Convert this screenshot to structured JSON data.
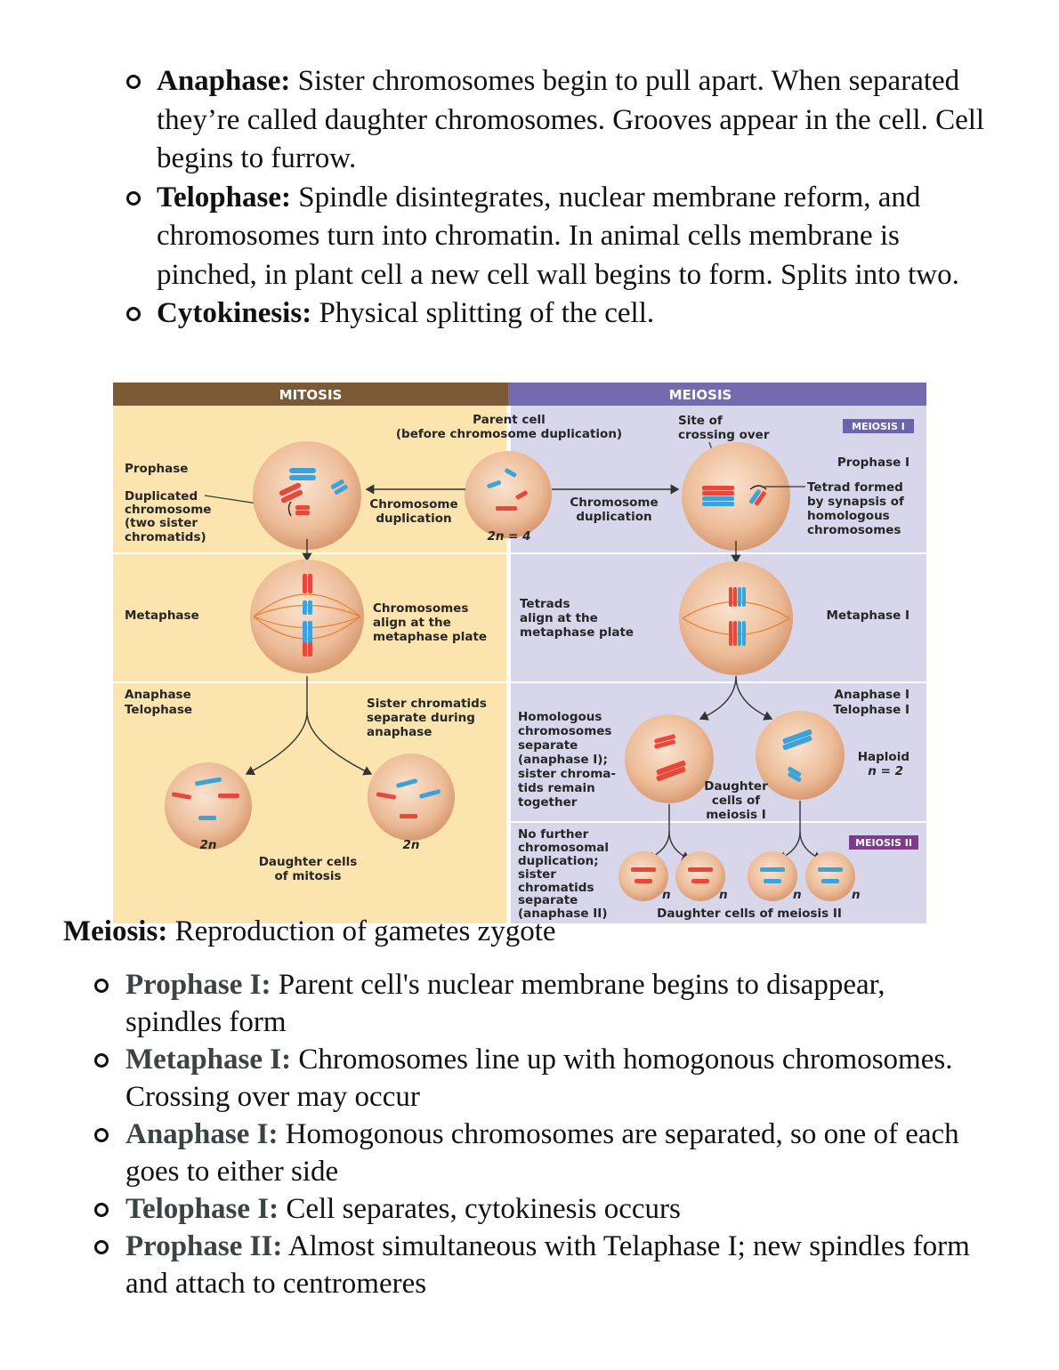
{
  "top_list": [
    {
      "term": "Anaphase:",
      "text": " Sister chromosomes begin to pull apart. When separated they’re called daughter chromosomes. Grooves appear in the cell. Cell begins to furrow."
    },
    {
      "term": "Telophase:",
      "text": " Spindle disintegrates, nuclear membrane reform, and chromosomes turn into chromatin. In animal cells membrane is pinched, in plant cell a new cell wall begins to form. Splits into two."
    },
    {
      "term": "Cytokinesis:",
      "text": " Physical splitting of the cell."
    }
  ],
  "figure": {
    "mitosis_header": "MITOSIS",
    "meiosis_header": "MEIOSIS",
    "parent_cell": [
      "Parent cell",
      "(before chromosome duplication)"
    ],
    "site_crossing": [
      "Site of",
      "crossing over"
    ],
    "meiosis_i_tag": "MEIOSIS I",
    "meiosis_ii_tag": "MEIOSIS II",
    "prophase": "Prophase",
    "duplicated": [
      "Duplicated",
      "chromosome",
      "(two sister",
      "chromatids)"
    ],
    "chrom_dup_left": [
      "Chromosome",
      "duplication"
    ],
    "chrom_dup_right": [
      "Chromosome",
      "duplication"
    ],
    "two_n_4": "2n = 4",
    "prophase_i": "Prophase I",
    "tetrad_formed": [
      "Tetrad formed",
      "by synapsis of",
      "homologous",
      "chromosomes"
    ],
    "metaphase": "Metaphase",
    "chrom_align": [
      "Chromosomes",
      "align at the",
      "metaphase plate"
    ],
    "tetrads_align": [
      "Tetrads",
      "align at the",
      "metaphase plate"
    ],
    "metaphase_i": "Metaphase I",
    "anaphase_telophase": [
      "Anaphase",
      "Telophase"
    ],
    "sister_sep": [
      "Sister chromatids",
      "separate during",
      "anaphase"
    ],
    "homologous_sep": [
      "Homologous",
      "chromosomes",
      "separate",
      "(anaphase I);",
      "sister chroma-",
      "tids remain",
      "together"
    ],
    "anaphase_i_telophase_i": [
      "Anaphase I",
      "Telophase I"
    ],
    "haploid": [
      "Haploid",
      "n = 2"
    ],
    "daughter_meiosis_i": [
      "Daughter",
      "cells of",
      "meiosis I"
    ],
    "two_n": "2n",
    "daughter_mitosis": [
      "Daughter cells",
      "of mitosis"
    ],
    "no_further": [
      "No further",
      "chromosomal",
      "duplication;",
      "sister",
      "chromatids",
      "separate",
      "(anaphase II)"
    ],
    "n": "n",
    "daughter_meiosis_ii": "Daughter cells of meiosis II",
    "colors": {
      "mitosis_header": "#7d5a36",
      "meiosis_header": "#7569b0",
      "mitosis_bg": "#fbe4ad",
      "meiosis_bg": "#d8d6ea",
      "cell": "#e9b48e",
      "red": "#e8473b",
      "blue": "#3ba3d9",
      "tag": "#7d3b8c"
    }
  },
  "meiosis_heading": {
    "term": "Meiosis:",
    "text": " Reproduction of gametes zygote"
  },
  "bottom_list": [
    {
      "term": "Prophase I:",
      "text": " Parent cell's nuclear membrane begins to disappear, spindles form"
    },
    {
      "term": "Metaphase I:",
      "text": " Chromosomes line up with homogonous chromosomes. Crossing over may occur"
    },
    {
      "term": "Anaphase I:",
      "text": " Homogonous chromosomes are separated, so one of each goes to either side"
    },
    {
      "term": "Telophase I:",
      "text": " Cell separates, cytokinesis occurs"
    },
    {
      "term": "Prophase II:",
      "text": " Almost simultaneous with Telaphase I; new spindles form and attach to centromeres"
    }
  ]
}
